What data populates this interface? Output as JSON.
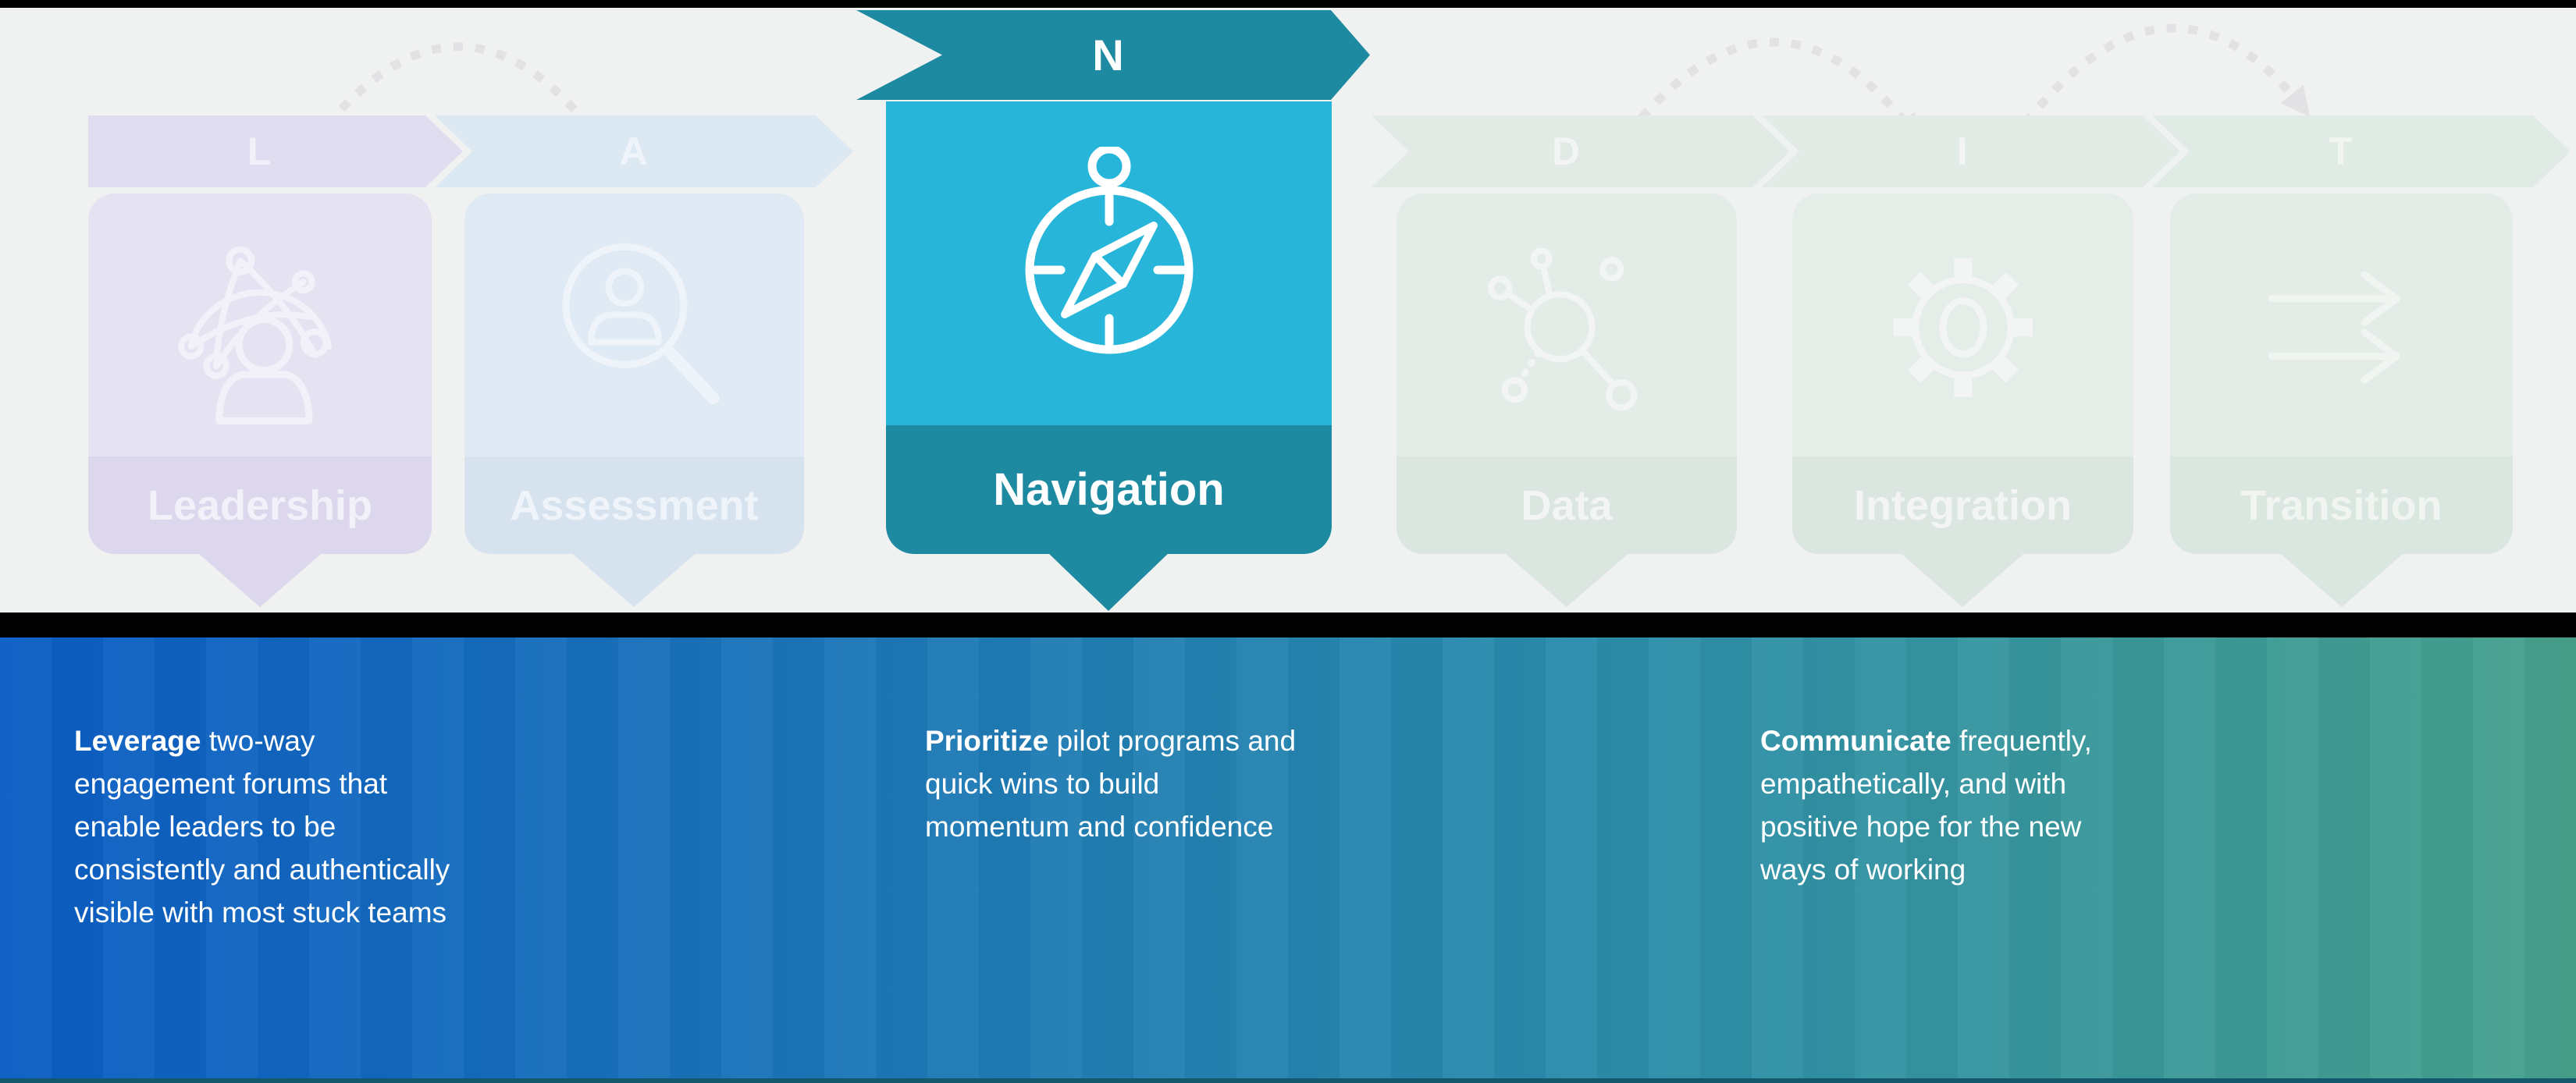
{
  "diagram_title": "LANDIT change process - Navigation step highlighted",
  "steps": [
    {
      "letter": "L",
      "label": "Leadership",
      "icon": "network-people-icon",
      "active": false,
      "colors": {
        "banner": "#e1ddf0",
        "card": "#e5e2f2",
        "footer": "#dcd7ec",
        "content": "#f2f0f8"
      }
    },
    {
      "letter": "A",
      "label": "Assessment",
      "icon": "person-magnifier-icon",
      "active": false,
      "colors": {
        "banner": "#dce8f2",
        "card": "#dfeaf4",
        "footer": "#d6e3ee",
        "content": "#eff4fa"
      }
    },
    {
      "letter": "N",
      "label": "Navigation",
      "icon": "compass-icon",
      "active": true,
      "colors": {
        "banner": "#1e8aa1",
        "card": "#27b6da",
        "footer": "#1e8aa1",
        "content": "#ffffff"
      }
    },
    {
      "letter": "D",
      "label": "Data",
      "icon": "hub-network-icon",
      "active": false,
      "colors": {
        "banner": "#e2eae6",
        "card": "#e4ece8",
        "footer": "#dbe6e0",
        "content": "#f2f5f3"
      }
    },
    {
      "letter": "I",
      "label": "Integration",
      "icon": "gear-icon",
      "active": false,
      "colors": {
        "banner": "#e2ebe6",
        "card": "#e4ede8",
        "footer": "#dbe6e0",
        "content": "#f2f5f3"
      }
    },
    {
      "letter": "T",
      "label": "Transition",
      "icon": "double-arrow-icon",
      "active": false,
      "colors": {
        "banner": "#e1ebe6",
        "card": "#e3ece7",
        "footer": "#dae6e0",
        "content": "#f1f5f2"
      }
    }
  ],
  "notes": [
    {
      "lead": "Leverage",
      "rest": "two-way\nengagement forums that\nenable leaders to be\nconsistently and authentically\nvisible with most stuck teams"
    },
    {
      "lead": "Prioritize",
      "rest": "pilot programs and\nquick wins to build\nmomentum and confidence"
    },
    {
      "lead": "Communicate",
      "rest": "frequently,\nempathetically, and with\npositive hope for the new\nways of working"
    }
  ],
  "colors": {
    "page_background": "#f0f1f1",
    "top_bar": "#000000",
    "separator_bar": "#000000",
    "bottom_strip": "#14596b",
    "arc_dots": "#e2e2e5",
    "band_gradient": [
      "#0b5dc4",
      "#1a73ba",
      "#2b8dab",
      "#47a18c"
    ],
    "note_text": "#ffffff"
  }
}
